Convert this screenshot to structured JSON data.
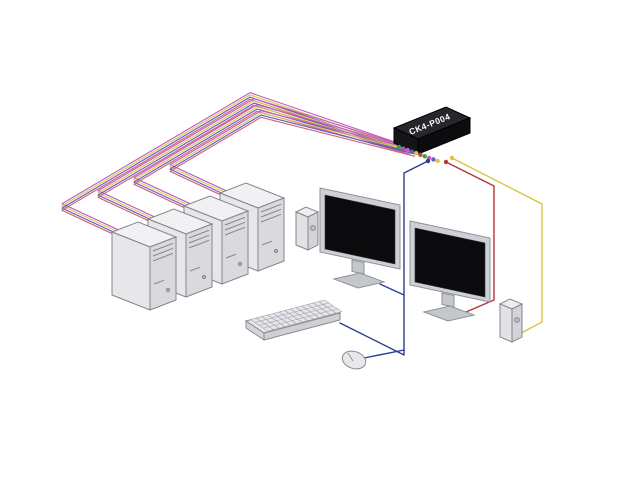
{
  "diagram_label": {
    "kvm_switch": "CK4-P004"
  },
  "colors": {
    "bundle": [
      "#c45cc4",
      "#d9c94b",
      "#5e5ec6",
      "#d4627f"
    ],
    "connectors": [
      "#3aa03a",
      "#9a55c8",
      "#c45cc4",
      "#5e5ec6",
      "#d9c94b",
      "#cc4444",
      "#3aa03a",
      "#c45cc4",
      "#5e5ec6",
      "#d9c94b"
    ],
    "kb_mouse_monitor1": "#2e3c92",
    "monitor2_cable": "#b23636",
    "speaker_cable": "#d9c33e"
  },
  "components": {
    "kvm_switch": "KVM switch",
    "computers": 4,
    "monitors": 2,
    "speakers": 2,
    "keyboard": 1,
    "mouse": 1
  }
}
